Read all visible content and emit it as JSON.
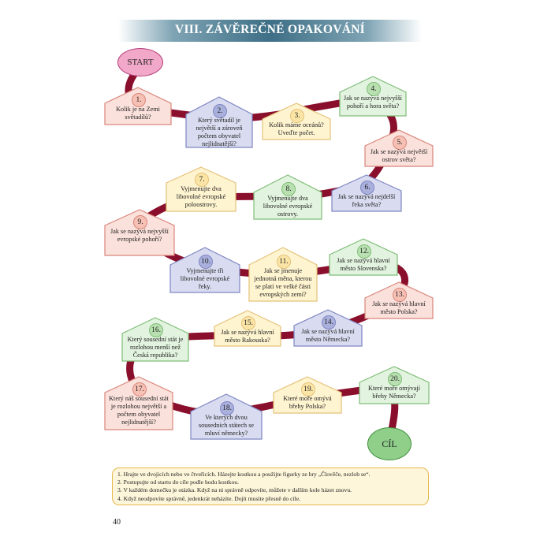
{
  "header": {
    "title": "VIII. ZÁVĚREČNÉ OPAKOVÁNÍ"
  },
  "start_label": "START",
  "finish_label": "CÍL",
  "colors": {
    "red": "#fbe1dc",
    "blue": "#d9dcf0",
    "yellow": "#fff4d0",
    "green": "#e2f3df",
    "path": "#8a0f2c"
  },
  "fields": [
    {
      "number": "1.",
      "text": "Kolik je na Zemi světadílů?",
      "color": "red"
    },
    {
      "number": "2.",
      "text": "Který světadíl je největší a zároveň počtem obyvatel nejlidnatější?",
      "color": "blue"
    },
    {
      "number": "3.",
      "text": "Kolik máme oceánů? Uveďte počet.",
      "color": "yellow"
    },
    {
      "number": "4.",
      "text": "Jak se nazývá nejvyšší pohoří a hora světa?",
      "color": "green"
    },
    {
      "number": "5.",
      "text": "Jak se nazývá největší ostrov světa?",
      "color": "red"
    },
    {
      "number": "6.",
      "text": "Jak se nazývá nejdelší řeka světa?",
      "color": "blue"
    },
    {
      "number": "7.",
      "text": "Vyjmenujte dva libovolné evropské poloostrovy.",
      "color": "yellow"
    },
    {
      "number": "8.",
      "text": "Vyjmenujte dva libovolné evropské ostrovy.",
      "color": "green"
    },
    {
      "number": "9.",
      "text": "Jak se nazývá nejvyšší evropské pohoří?",
      "color": "red"
    },
    {
      "number": "10.",
      "text": "Vyjmenujte tři libovolné evropské řeky.",
      "color": "blue"
    },
    {
      "number": "11.",
      "text": "Jak se jmenuje jednotná měna, kterou se platí ve velké části evropských zemí?",
      "color": "yellow"
    },
    {
      "number": "12.",
      "text": "Jak se nazývá hlavní město Slovenska?",
      "color": "green"
    },
    {
      "number": "13.",
      "text": "Jak se nazývá hlavní město Polska?",
      "color": "red"
    },
    {
      "number": "14.",
      "text": "Jak se nazývá hlavní město Německa?",
      "color": "blue"
    },
    {
      "number": "15.",
      "text": "Jak se nazývá hlavní město Rakouska?",
      "color": "yellow"
    },
    {
      "number": "16.",
      "text": "Který sousední stát je rozlohou menší než Česká republika?",
      "color": "green"
    },
    {
      "number": "17.",
      "text": "Který náš sousední stát je rozlohou největší a počtem obyvatel nejlidnatější?",
      "color": "red"
    },
    {
      "number": "18.",
      "text": "Ve kterých dvou sousedních státech se mluví německy?",
      "color": "blue"
    },
    {
      "number": "19.",
      "text": "Které moře omývá břehy Polska?",
      "color": "yellow"
    },
    {
      "number": "20.",
      "text": "Které moře omývají břehy Německa?",
      "color": "green"
    }
  ],
  "rules": [
    "1. Hrajte ve dvojicích nebo ve čtveřicích. Házejte kostkou a použijte figurky ze hry „Člověče, nezlob se“.",
    "2. Postupujte od startu do cíle podle hodu kostkou.",
    "3. V každém domečku je otázka. Když na ni správně odpovíte, můžete v dalším kole házet znovu.",
    "4. Když neodpovíte správně, jedenkrát neházíte. Dojít musíte přesně do cíle."
  ],
  "page_number": "40"
}
